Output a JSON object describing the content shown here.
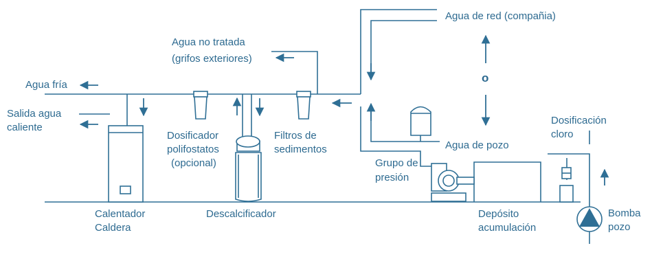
{
  "colors": {
    "line": "#2f6f95",
    "text": "#2d6a90",
    "fill_light": "#ffffff",
    "arrow": "#2f6f95"
  },
  "labels": {
    "agua_red": "Agua de red (compañia)",
    "agua_no_tratada_1": "Agua no tratada",
    "agua_no_tratada_2": "(grifos exteriores)",
    "agua_fria": "Agua fría",
    "salida_caliente_1": "Salida agua",
    "salida_caliente_2": "caliente",
    "dosificador_1": "Dosificador",
    "dosificador_2": "polifostatos",
    "dosificador_3": "(opcional)",
    "filtros_1": "Filtros de",
    "filtros_2": "sedimentos",
    "grupo_1": "Grupo de",
    "grupo_2": "presión",
    "agua_pozo": "Agua de pozo",
    "dosificacion_1": "Dosificación",
    "dosificacion_2": "cloro",
    "calentador_1": "Calentador",
    "calentador_2": "Caldera",
    "descalcificador": "Descalcificador",
    "deposito_1": "Depósito",
    "deposito_2": "acumulación",
    "bomba_1": "Bomba",
    "bomba_2": "pozo",
    "selector": "o"
  },
  "icons": [
    "arrow-icon",
    "water-heater-icon",
    "polyphosphate-dosifier-icon",
    "water-softener-icon",
    "sediment-filter-icon",
    "pressure-pump-icon",
    "pressure-tank-icon",
    "chlorine-dosing-icon",
    "well-pump-icon"
  ]
}
